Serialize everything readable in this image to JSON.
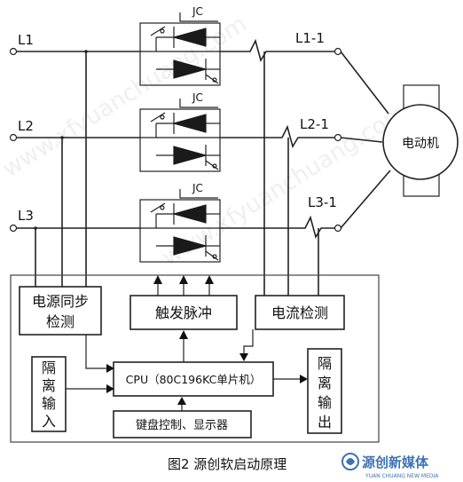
{
  "lines": {
    "input": [
      "L1",
      "L2",
      "L3"
    ],
    "output": [
      "L1-1",
      "L2-1",
      "L3-1"
    ]
  },
  "jc_label": "JC",
  "motor_label": "电动机",
  "blocks": {
    "power_sync": [
      "电源同步",
      "检测"
    ],
    "trigger": "触发脉冲",
    "current": "电流检测",
    "isolated_input": [
      "隔",
      "离",
      "输",
      "入"
    ],
    "cpu": "CPU（80C196KC单片机）",
    "isolated_output": [
      "隔",
      "离",
      "输",
      "出"
    ],
    "keyboard": "键盘控制、显示器"
  },
  "caption": "图2  源创软启动原理",
  "watermark": {
    "text": "www.xfyuanchuang.com",
    "brand": "源创新媒体",
    "brand_sub": "YUAN CHUANG NEW MEDIA"
  },
  "colors": {
    "ink": "#222222",
    "brand": "#1d5aa6"
  }
}
